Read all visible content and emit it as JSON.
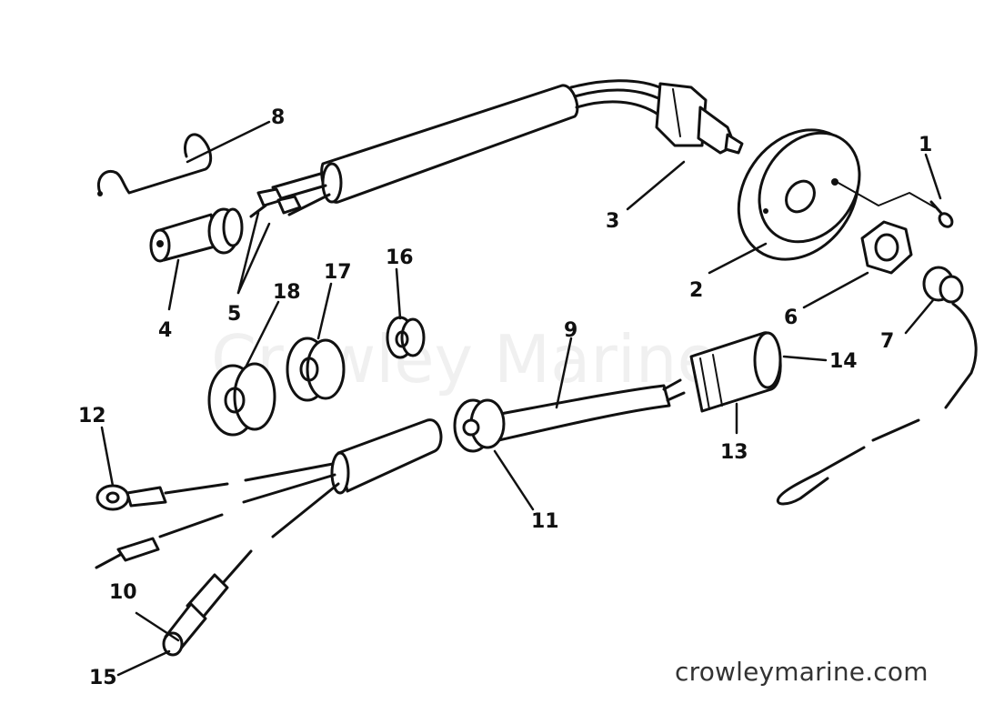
{
  "watermark": "Crowley Marine",
  "site": "crowleymarine.com",
  "callouts": {
    "c1": "1",
    "c2": "2",
    "c3": "3",
    "c4": "4",
    "c5": "5",
    "c6": "6",
    "c7": "7",
    "c8": "8",
    "c9": "9",
    "c10": "10",
    "c11": "11",
    "c12": "12",
    "c13": "13",
    "c14": "14",
    "c15": "15",
    "c16": "16",
    "c17": "17",
    "c18": "18"
  }
}
